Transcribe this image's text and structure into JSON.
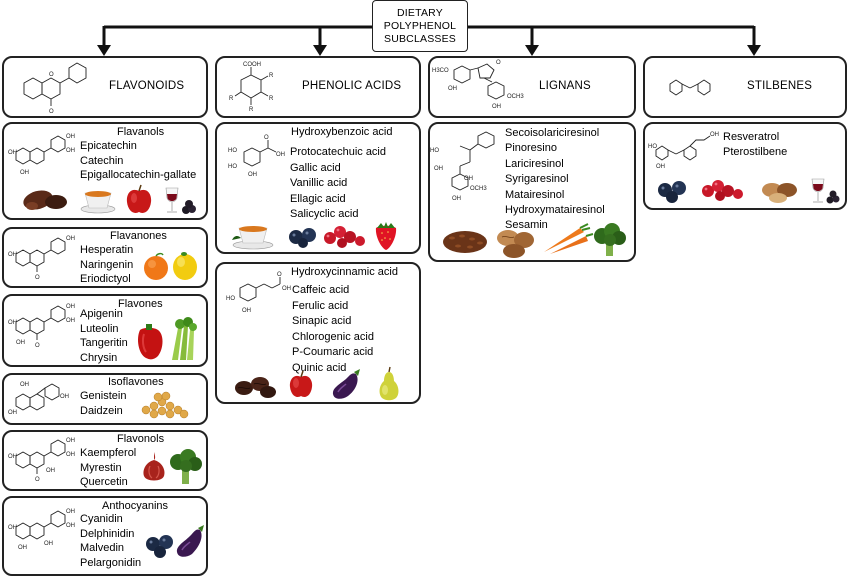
{
  "root": {
    "lines": [
      "DIETARY",
      "POLYPHENOL",
      "SUBCLASSES"
    ]
  },
  "classes": {
    "flavonoids": {
      "label": "FLAVONOIDS"
    },
    "phenolic": {
      "label": "PHENOLIC ACIDS",
      "atoms": {
        "cooh": "COOH",
        "r": "R"
      }
    },
    "lignans": {
      "label": "LIGNANS",
      "atoms": {
        "h3co": "H3CO",
        "oh": "OH",
        "o": "O",
        "och3": "OCH3"
      }
    },
    "stilbenes": {
      "label": "STILBENES"
    }
  },
  "subclasses": {
    "flavanols": {
      "title": "Flavanols",
      "items": [
        "Epicatechin",
        "Catechin",
        "Epigallocatechin-gallate"
      ]
    },
    "flavanones": {
      "title": "Flavanones",
      "items": [
        "Hesperatin",
        "Naringenin",
        "Eriodictyol"
      ]
    },
    "flavones": {
      "title": "Flavones",
      "items": [
        "Apigenin",
        "Luteolin",
        "Tangeritin",
        "Chrysin"
      ]
    },
    "isoflavones": {
      "title": "Isoflavones",
      "items": [
        "Genistein",
        "Daidzein"
      ]
    },
    "flavonols": {
      "title": "Flavonols",
      "items": [
        "Kaempferol",
        "Myrestin",
        "Quercetin"
      ]
    },
    "anthocyanins": {
      "title": "Anthocyanins",
      "items": [
        "Cyanidin",
        "Delphinidin",
        "Malvedin",
        "Pelargonidin"
      ]
    },
    "hydroxybenzoic": {
      "title": "Hydroxybenzoic acid",
      "items": [
        "Protocatechuic acid",
        "Gallic acid",
        "Vanillic acid",
        "Ellagic acid",
        "Salicyclic acid"
      ]
    },
    "hydroxycinnamic": {
      "title": "Hydroxycinnamic acid",
      "items": [
        "Caffeic acid",
        "Ferulic acid",
        "Sinapic acid",
        "Chlorogenic acid",
        "P-Coumaric acid",
        "Quinic acid"
      ]
    },
    "lignan_list": {
      "items": [
        "Secoisolariciresinol",
        "Pinoresino",
        "Lariciresinol",
        "Syrigaresinol",
        "Matairesinol",
        "Hydroxymatairesinol",
        "Sesamin"
      ]
    },
    "stilbene_list": {
      "items": [
        "Resveratrol",
        "Pterostilbene"
      ]
    }
  },
  "atom_labels": {
    "oh": "OH",
    "o": "O",
    "cooh": "COOH",
    "och3": "OCH3"
  },
  "colors": {
    "border": "#222222",
    "arrow": "#111111"
  }
}
